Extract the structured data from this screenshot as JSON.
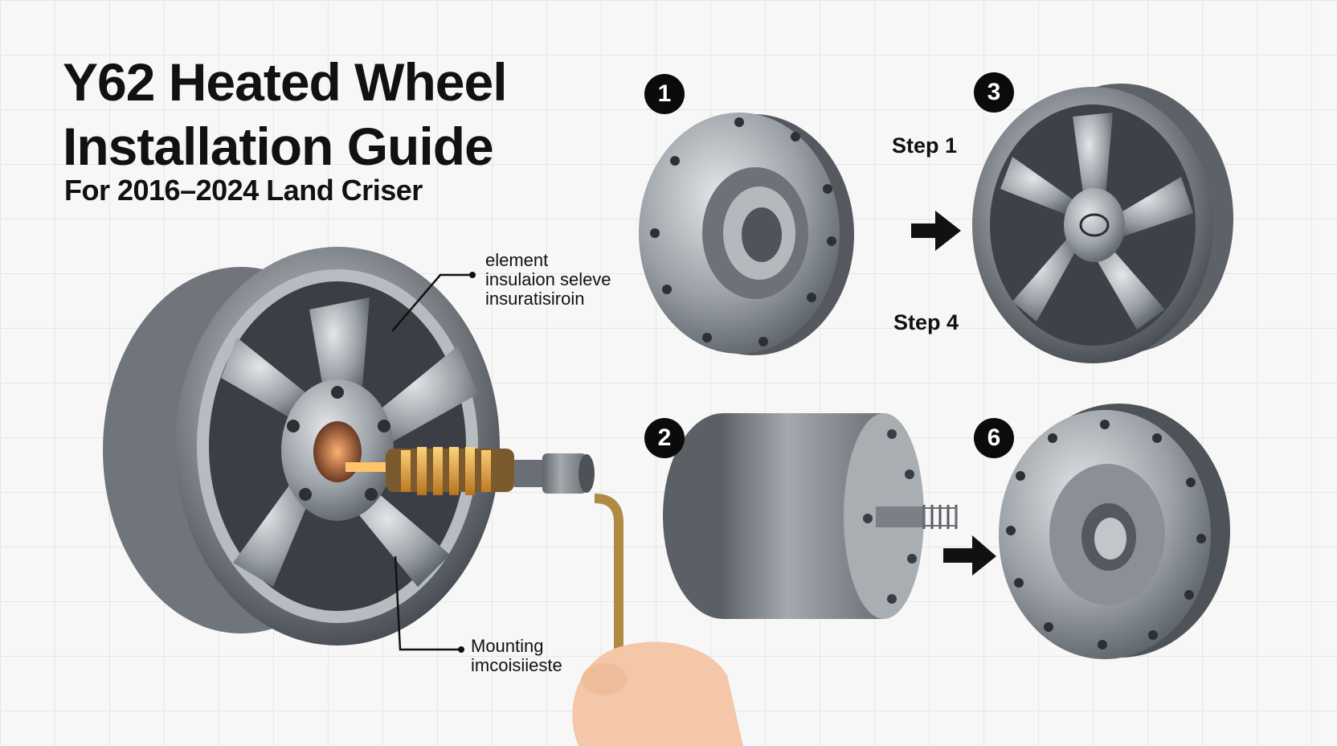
{
  "title_line1": "Y62 Heated Wheel",
  "title_line2": "Installation Guide",
  "subtitle": "For 2016–2024 Land Criser",
  "badges": [
    "1",
    "3",
    "2",
    "6"
  ],
  "step_labels": [
    "Step 1",
    "Step 4"
  ],
  "callout_top": [
    "element",
    "insulaion selеve",
    "insuratisiroin"
  ],
  "callout_bottom": [
    "Mounting",
    "imcoisiieste"
  ],
  "colors": {
    "metal": "#8a9096",
    "metal_dark": "#4a4f55",
    "coil": "#e0a23a",
    "glow": "#ff8a3c",
    "text": "#111111"
  },
  "icons": [
    "arrow-right-icon",
    "toyota-logo-icon"
  ]
}
